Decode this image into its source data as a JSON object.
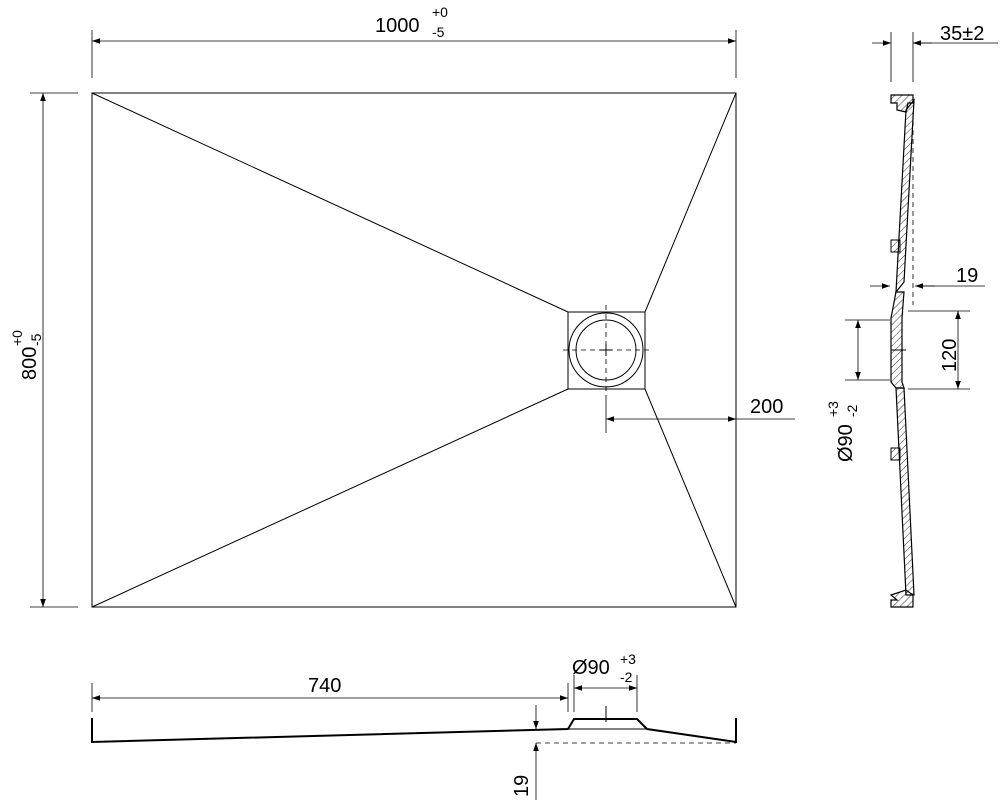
{
  "dimensions": {
    "width": {
      "base": "1000",
      "upper": "+0",
      "lower": "-5"
    },
    "height": {
      "base": "800",
      "upper": "+0",
      "lower": "-5"
    },
    "thickness": "35±2",
    "drain_offset": "200",
    "side_depth": "19",
    "side_drain_height": "120",
    "side_drain_dia": {
      "base": "Ø90",
      "upper": "+3",
      "lower": "-2"
    },
    "front_drain_distance": "740",
    "front_drain_dia": {
      "base": "Ø90",
      "upper": "+3",
      "lower": "-2"
    },
    "front_depth": "19"
  },
  "colors": {
    "line": "#000000",
    "background": "#ffffff"
  }
}
